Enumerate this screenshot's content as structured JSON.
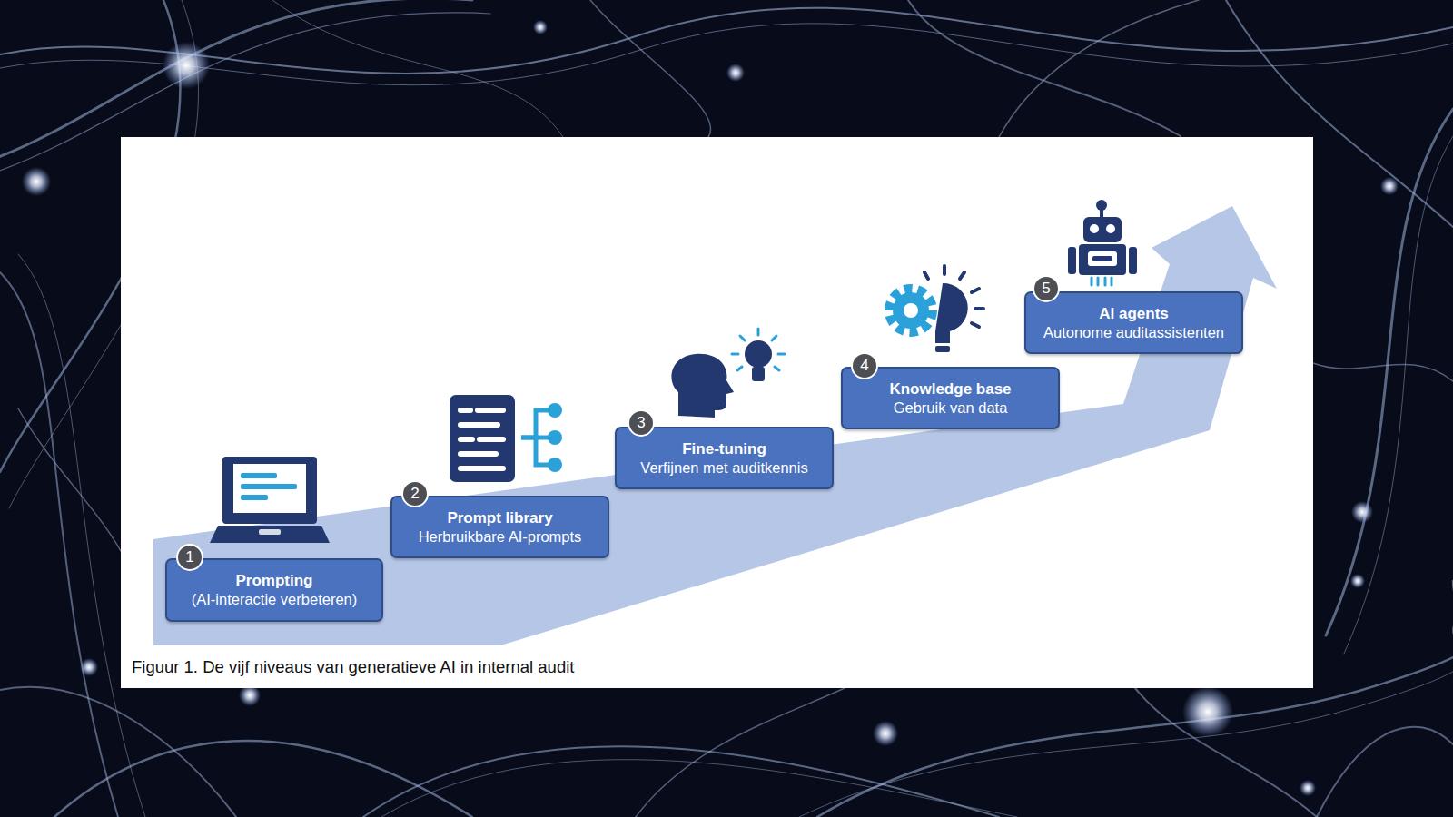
{
  "diagram": {
    "caption": "Figuur 1. De vijf niveaus van generatieve AI in internal audit",
    "nodes": [
      {
        "text": [
          "Prompting",
          "(AI-interactie verbeteren)"
        ]
      },
      {
        "text": [
          "Prompt library",
          "Herbruikbare AI-prompts"
        ]
      },
      {
        "text": [
          "Fine-tuning",
          "Verfijnen met auditkennis"
        ]
      },
      {
        "text": [
          "Knowledge base",
          "Gebruik van data"
        ]
      },
      {
        "text": [
          "AI agents",
          "Autonome auditassistenten"
        ]
      }
    ],
    "labels": [
      "1",
      "2",
      "3",
      "4",
      "5"
    ]
  }
}
